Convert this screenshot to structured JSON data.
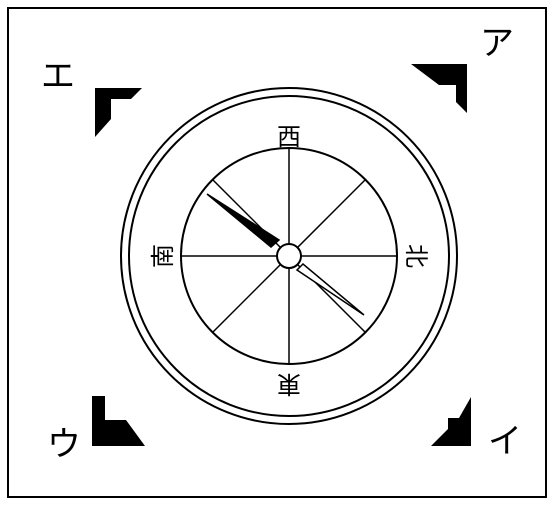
{
  "diagram": {
    "labels": {
      "top_right": "ア",
      "bottom_right": "イ",
      "bottom_left": "ウ",
      "top_left": "エ"
    },
    "compass": {
      "top": "西",
      "right": "北",
      "bottom": "東",
      "left": "南"
    },
    "colors": {
      "stroke": "#000000",
      "fill": "#000000",
      "background": "#ffffff"
    }
  }
}
